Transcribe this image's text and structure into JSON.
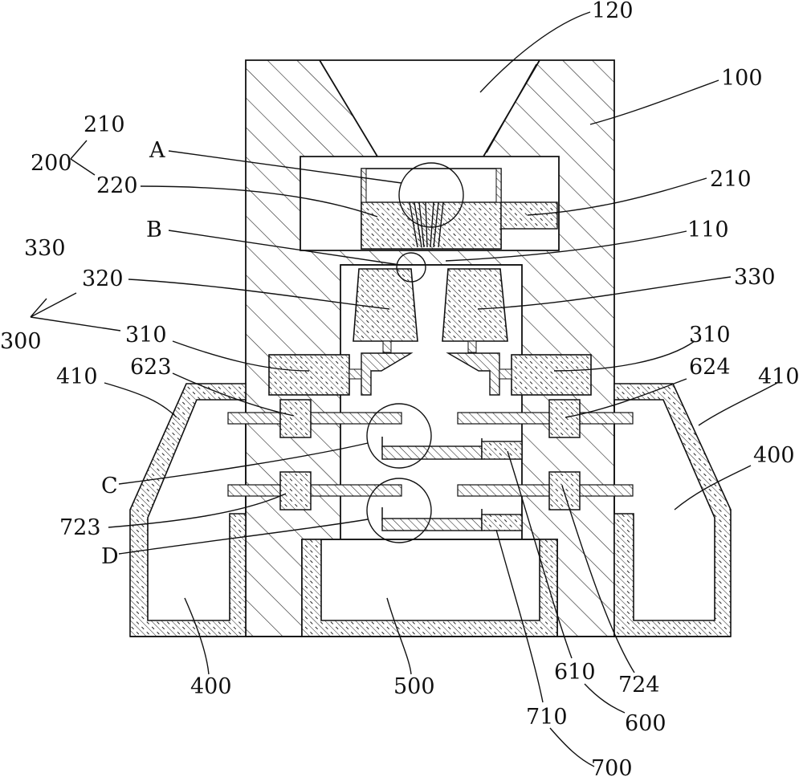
{
  "labels": {
    "l120": "120",
    "l100": "100",
    "l210a": "210",
    "l200": "200",
    "l220": "220",
    "lA": "A",
    "l210b": "210",
    "lB": "B",
    "l110": "110",
    "l330a": "330",
    "l320": "320",
    "l330b": "330",
    "l300": "300",
    "l310a": "310",
    "l310b": "310",
    "l410a": "410",
    "l623": "623",
    "l624": "624",
    "l410b": "410",
    "l400b": "400",
    "lC": "C",
    "l723": "723",
    "lD": "D",
    "l400a": "400",
    "l500": "500",
    "l610": "610",
    "l724": "724",
    "l600": "600",
    "l710": "710",
    "l700": "700"
  }
}
